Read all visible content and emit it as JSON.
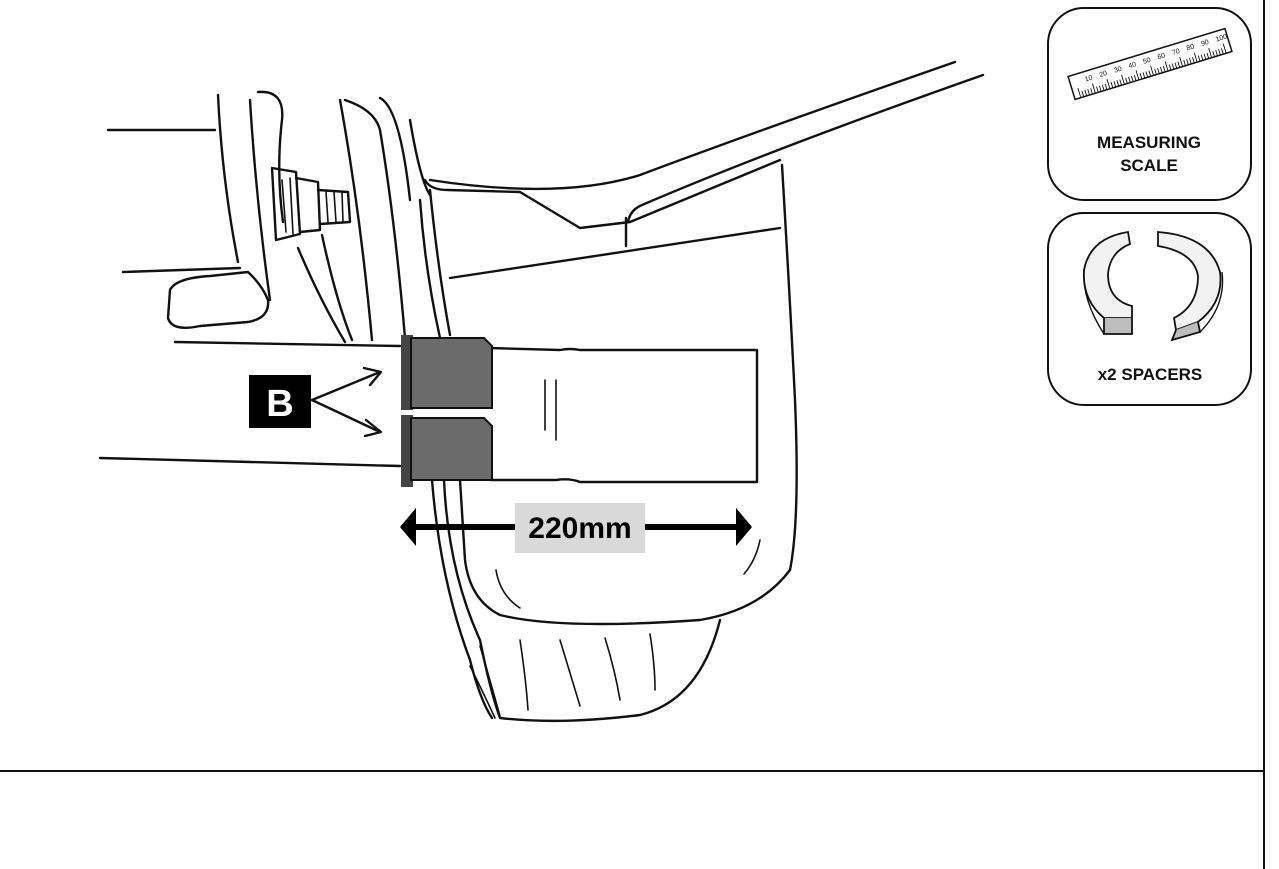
{
  "callout": {
    "letter": "B",
    "letter_bg": "#000000",
    "letter_fg": "#ffffff"
  },
  "dimension": {
    "label": "220mm",
    "label_bg": "#d9d9d9"
  },
  "parts": [
    {
      "id": "measuring-scale",
      "label_line1": "MEASURING",
      "label_line2": "SCALE",
      "icon": "ruler-icon",
      "ruler_ticks": [
        "10",
        "20",
        "30",
        "40",
        "50",
        "60",
        "70",
        "80",
        "90",
        "100"
      ]
    },
    {
      "id": "spacers",
      "label": "x2 SPACERS",
      "icon": "spacer-rings-icon"
    }
  ],
  "colors": {
    "spacer_fill": "#6b6b6b",
    "line": "#111111"
  }
}
